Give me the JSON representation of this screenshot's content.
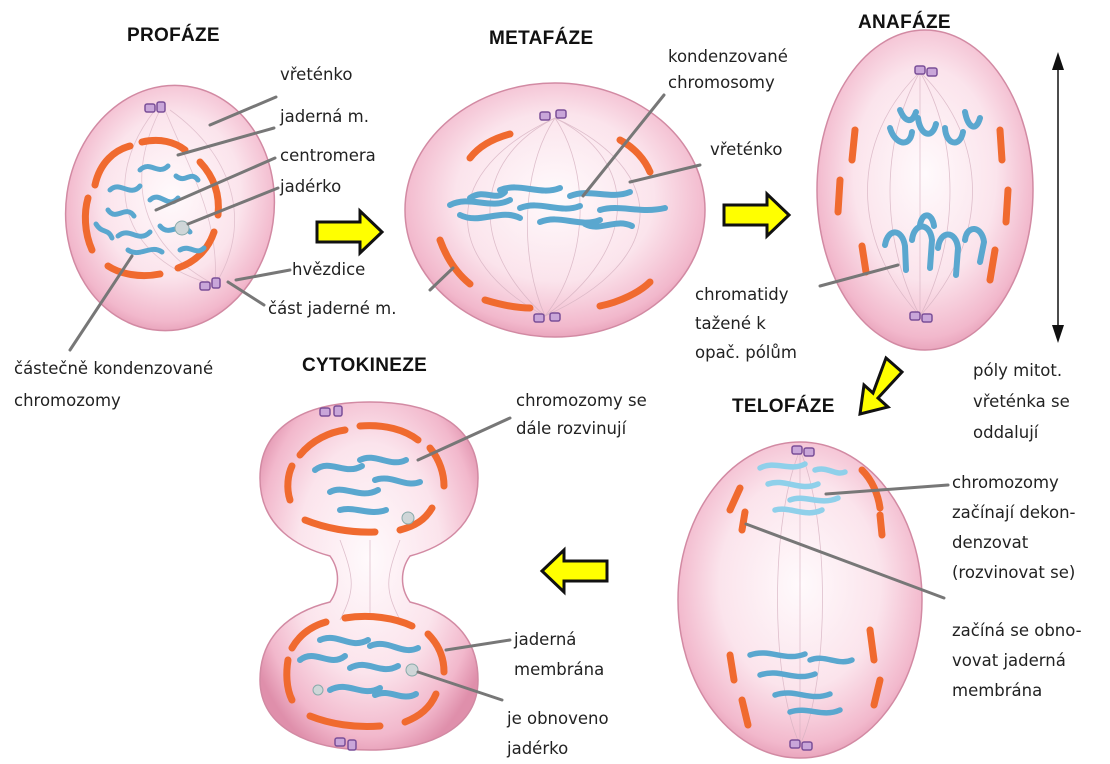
{
  "phases": {
    "prophase": "PROFÁZE",
    "metaphase": "METAFÁZE",
    "anaphase": "ANAFÁZE",
    "telophase": "TELOFÁZE",
    "cytokinesis": "CYTOKINEZE"
  },
  "labels": {
    "spindle_1": "vřeténko",
    "nuclear_membrane_short": "jaderná m.",
    "centromere": "centromera",
    "nucleolus": "jadérko",
    "aster": "hvězdice",
    "part_nuclear_membrane": "část jaderné m.",
    "partly_condensed": [
      "částečně kondenzované",
      "chromozomy"
    ],
    "condensed_chromosomes": [
      "kondenzované",
      "chromosomy"
    ],
    "spindle_2": "vřeténko",
    "chromatids_pulled": [
      "chromatidy",
      "tažené k",
      "opač. pólům"
    ],
    "poles_move_apart": [
      "póly mitot.",
      "vřeténka se",
      "oddalují"
    ],
    "chromosomes_unfold": [
      "chromozomy se",
      "dále rozvinují"
    ],
    "chromosomes_decondense": [
      "chromozomy",
      "začínají dekon-",
      "denzovat",
      "(rozvinovat se)"
    ],
    "membrane_renews": [
      "začíná se obno-",
      "vovat jaderná",
      "membrána"
    ],
    "nuclear_membrane": [
      "jaderná",
      "membrána"
    ],
    "nucleolus_renewed": [
      "je obnoveno",
      "jadérko"
    ]
  },
  "colors": {
    "cell_fill": "#f6c9d9",
    "cell_edge": "#d9869f",
    "membrane": "#f06a2f",
    "chromosome": "#5aa7cf",
    "chromosome_light": "#8fd0ea",
    "centriole": "#8a5fa6",
    "arrow_fill": "#ffff00",
    "leader_line": "#777777"
  }
}
